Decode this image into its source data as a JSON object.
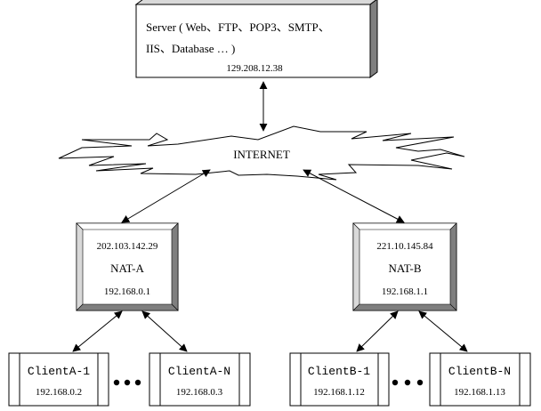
{
  "server": {
    "line1": "Server ( Web、FTP、POP3、SMTP、",
    "line2": "IIS、Database … )",
    "ip": "129.208.12.38"
  },
  "internet": {
    "label": "INTERNET"
  },
  "nat_a": {
    "public_ip": "202.103.142.29",
    "name": "NAT-A",
    "private_ip": "192.168.0.1"
  },
  "nat_b": {
    "public_ip": "221.10.145.84",
    "name": "NAT-B",
    "private_ip": "192.168.1.1"
  },
  "clients": {
    "a1": {
      "name": "ClientA-1",
      "ip": "192.168.0.2"
    },
    "an": {
      "name": "ClientA-N",
      "ip": "192.168.0.3"
    },
    "b1": {
      "name": "ClientB-1",
      "ip": "192.168.1.12"
    },
    "bn": {
      "name": "ClientB-N",
      "ip": "192.168.1.13"
    }
  },
  "colors": {
    "stroke": "#000000",
    "bevel_shadow": "#7f7f7f",
    "bevel_light": "#d9d9d9",
    "background": "#ffffff"
  }
}
